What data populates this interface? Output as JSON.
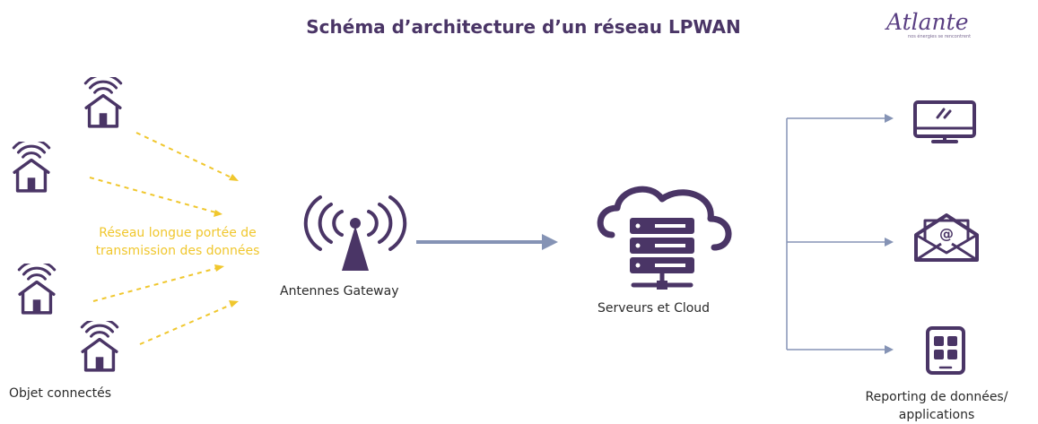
{
  "title": "Schéma d’architecture d’un réseau LPWAN",
  "logo": {
    "name": "Atlante",
    "tagline": "nos énergies se rencontrent"
  },
  "labels": {
    "objects": "Objet connectés",
    "network_line1": "Réseau longue portée de",
    "network_line2": "transmission des données",
    "gateway": "Antennes Gateway",
    "servers": "Serveurs et Cloud",
    "reporting_line1": "Reporting de données/",
    "reporting_line2": "applications"
  },
  "colors": {
    "purple": "#4a3566",
    "yellow": "#f0c72e",
    "arrow": "#8593b5"
  },
  "icons": [
    "house-wifi-icon",
    "antenna-icon",
    "cloud-server-icon",
    "monitor-icon",
    "email-icon",
    "smartphone-icon"
  ]
}
